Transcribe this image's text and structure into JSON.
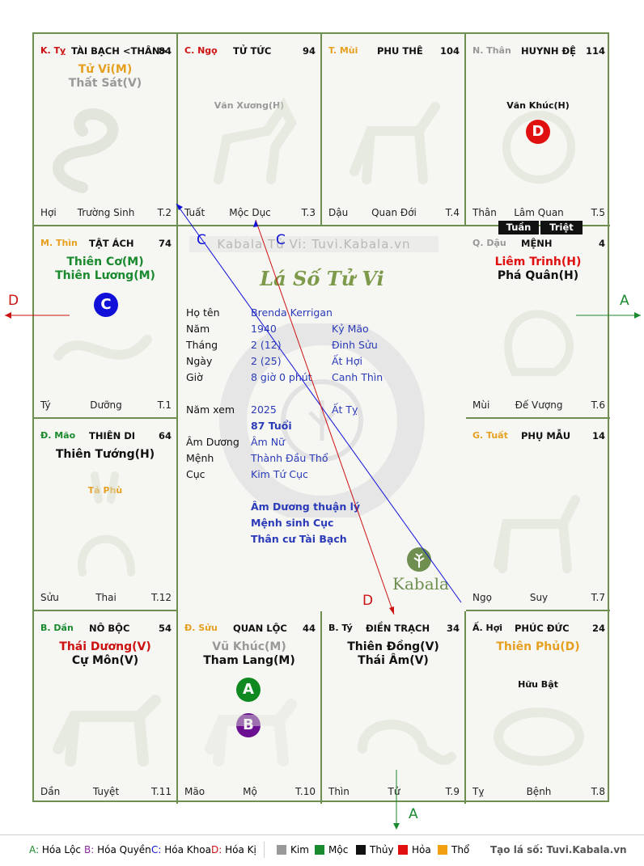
{
  "cells": [
    {
      "branch": "K. Tỵ",
      "name": "TÀI BẠCH <THÂN>",
      "num": "84",
      "majors": [
        "Tử Vi(M)",
        "Thất Sát(V)"
      ],
      "minors": [],
      "foot": [
        "Hợi",
        "Trường Sinh",
        "T.2"
      ]
    },
    {
      "branch": "C. Ngọ",
      "name": "TỬ TỨC",
      "num": "94",
      "majors": [],
      "minors": [
        "Văn Xương(H)"
      ],
      "foot": [
        "Tuất",
        "Mộc Dục",
        "T.3"
      ]
    },
    {
      "branch": "T. Mùi",
      "name": "PHU THÊ",
      "num": "104",
      "majors": [],
      "minors": [],
      "foot": [
        "Dậu",
        "Quan Đới",
        "T.4"
      ]
    },
    {
      "branch": "N. Thân",
      "name": "HUYNH ĐỆ",
      "num": "114",
      "majors": [],
      "minors": [
        "Văn Khúc(H)"
      ],
      "foot": [
        "Thân",
        "Lâm Quan",
        "T.5"
      ]
    },
    {
      "branch": "M. Thìn",
      "name": "TẬT ÁCH",
      "num": "74",
      "majors": [
        "Thiên Cơ(M)",
        "Thiên Lương(M)"
      ],
      "minors": [],
      "foot": [
        "Tý",
        "Dưỡng",
        "T.1"
      ]
    },
    {
      "branch": "Q. Dậu",
      "name": "MỆNH",
      "num": "4",
      "majors": [
        "Liêm Trinh(H)",
        "Phá Quân(H)"
      ],
      "minors": [],
      "foot": [
        "Mùi",
        "Đế Vượng",
        "T.6"
      ]
    },
    {
      "branch": "Đ. Mão",
      "name": "THIÊN DI",
      "num": "64",
      "majors": [
        "Thiên Tướng(H)"
      ],
      "minors": [
        "Tả Phù"
      ],
      "foot": [
        "Sửu",
        "Thai",
        "T.12"
      ]
    },
    {
      "branch": "G. Tuất",
      "name": "PHỤ MẪU",
      "num": "14",
      "majors": [],
      "minors": [],
      "foot": [
        "Ngọ",
        "Suy",
        "T.7"
      ]
    },
    {
      "branch": "B. Dần",
      "name": "NÔ BỘC",
      "num": "54",
      "majors": [
        "Thái Dương(V)",
        "Cự Môn(V)"
      ],
      "minors": [],
      "foot": [
        "Dần",
        "Tuyệt",
        "T.11"
      ]
    },
    {
      "branch": "Đ. Sửu",
      "name": "QUAN LỘC",
      "num": "44",
      "majors": [
        "Vũ Khúc(M)",
        "Tham Lang(M)"
      ],
      "minors": [],
      "foot": [
        "Mão",
        "Mộ",
        "T.10"
      ]
    },
    {
      "branch": "B. Tý",
      "name": "ĐIỀN TRẠCH",
      "num": "34",
      "majors": [
        "Thiên Đồng(V)",
        "Thái Âm(V)"
      ],
      "minors": [],
      "foot": [
        "Thìn",
        "Tử",
        "T.9"
      ]
    },
    {
      "branch": "Ấ. Hợi",
      "name": "PHÚC ĐỨC",
      "num": "24",
      "majors": [
        "Thiên Phủ(D)"
      ],
      "minors": [
        "Hữu Bật"
      ],
      "foot": [
        "Tỵ",
        "Bệnh",
        "T.8"
      ]
    }
  ],
  "tags": [
    "Tuần",
    "Triệt"
  ],
  "circles": {
    "d_cell": "D",
    "c_cell": "C",
    "a_cell": "A",
    "b_cell": "B"
  },
  "center": {
    "watermark": "Kabala Tử Vi: Tuvi.Kabala.vn",
    "title": "Lá Số Tử Vi",
    "rows": [
      [
        "Họ tên",
        "Brenda Kerrigan",
        ""
      ],
      [
        "Năm",
        "1940",
        "Kỷ Mão"
      ],
      [
        "Tháng",
        "2  (12)",
        "Đinh Sửu"
      ],
      [
        "Ngày",
        "2  (25)",
        "Ất Hợi"
      ],
      [
        "Giờ",
        "8 giờ 0 phút",
        "Canh Thìn"
      ]
    ],
    "rows2": [
      [
        "Năm xem",
        "2025",
        "Ất Tỵ"
      ],
      [
        "",
        "87 Tuổi",
        ""
      ],
      [
        "Âm Dương",
        "Âm Nữ",
        ""
      ],
      [
        "Mệnh",
        "Thành Đầu Thổ",
        ""
      ],
      [
        "Cục",
        "Kim Tứ Cục",
        ""
      ]
    ],
    "notes": [
      "Âm Dương thuận lý",
      "Mệnh sinh Cục",
      "Thân cư Tài Bạch"
    ],
    "logo": "Kabala"
  },
  "arrows": {
    "top_c1": "C",
    "top_c2": "C",
    "left": "D",
    "right": "A",
    "bottom": "A",
    "inner_d": "D"
  },
  "legend": {
    "a": "A:",
    "a_txt": "Hóa Lộc",
    "b": "B:",
    "b_txt": "Hóa Quyền",
    "c": "C:",
    "c_txt": "Hóa Khoa",
    "d": "D:",
    "d_txt": "Hóa Kị",
    "elements": [
      {
        "name": "Kim",
        "color": "#999999"
      },
      {
        "name": "Mộc",
        "color": "#1a8a2e"
      },
      {
        "name": "Thủy",
        "color": "#111111"
      },
      {
        "name": "Hỏa",
        "color": "#e01010"
      },
      {
        "name": "Thổ",
        "color": "#f0a010"
      }
    ],
    "site": "Tạo lá số: Tuvi.Kabala.vn"
  },
  "colors": {
    "border": "#6f8f50",
    "blue": "#2b3bb8",
    "red": "#cc1111",
    "green": "#1a8a2e",
    "orange": "#e6a020",
    "grey": "#999999"
  }
}
